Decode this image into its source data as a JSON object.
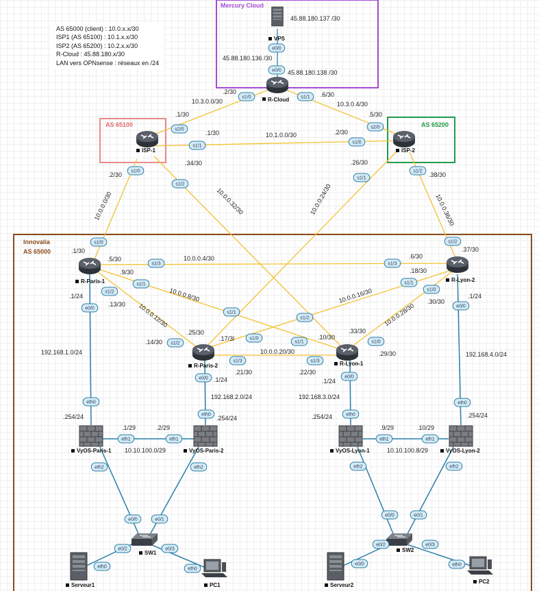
{
  "colors": {
    "wan_link": "#f2c230",
    "lan_link": "#2a7fa8",
    "mercury": "#a64ad6",
    "as65100": "#e88a8a",
    "as65100_title": "#e36a6a",
    "as65200": "#1f9a4a",
    "innovalia": "#8b4a1b",
    "device": "#3a3f47",
    "firewall": "#6b6e73"
  },
  "legend": [
    "AS 65000 (client) : 10.0.x.x/30",
    "ISP1 (AS 65100) : 10.1.x.x/30",
    "ISP2 (AS 65200) : 10.2.x.x/30",
    "R-Cloud : 45.88.180.x/30",
    "LAN vers OPNsense : réseaux en /24"
  ],
  "zones": {
    "mercury": "Mercury Cloud",
    "as65100": "AS 65100",
    "as65200": "AS 65200",
    "innovalia_1": "Innovalia",
    "innovalia_2": "AS 65000"
  },
  "devices": {
    "vps": "VPS",
    "rcloud": "R-Cloud",
    "isp1": "ISP-1",
    "isp2": "ISP-2",
    "rparis1": "R-Paris-1",
    "rparis2": "R-Paris-2",
    "rlyon1": "R-Lyon-1",
    "rlyon2": "R-Lyon-2",
    "vyosparis1": "VyOS-Paris-1",
    "vyosparis2": "VyOS-Paris-2",
    "vyoslyon1": "VyOS-Lyon-1",
    "vyoslyon2": "VyOS-Lyon-2",
    "sw1": "SW1",
    "sw2": "SW2",
    "serveur1": "Serveur1",
    "serveur2": "Serveur2",
    "pc1": "PC1",
    "pc2": "PC2"
  },
  "interfaces": {
    "vps_e00": "e0/0",
    "rc_e00": "e0/0",
    "rc_s10": "s1/0",
    "rc_s11": "s1/1",
    "isp1_s20": "s2/0",
    "isp1_s11": "s1/1",
    "isp1_s10": "s1/0",
    "isp1_s12": "s1/2",
    "isp2_s20": "s2/0",
    "isp2_s10": "s1/0",
    "isp2_s11": "s1/1",
    "isp2_s12": "s1/2",
    "rp1_s10": "s1/0",
    "rp1_s13": "s1/3",
    "rp1_s11": "s1/1",
    "rp1_s12": "s1/2",
    "rp1_e00": "e0/0",
    "rl2_s12": "s1/2",
    "rl2_s13": "s1/3",
    "rl2_s11": "s1/1",
    "rl2_s10": "s1/0",
    "rl2_e00": "e0/0",
    "mid_s11": "s1/1",
    "mid_s12": "s1/2",
    "rp2_s12": "s1/2",
    "rp2_s10": "s1/0",
    "rp2_s13": "s1/3",
    "rp2_e00": "e0/0",
    "rl1_s11": "s1/1",
    "rl1_s13": "s1/3",
    "rl1_s10": "s1/0",
    "rl1_e00": "e0/0",
    "vp1_eth0": "eth0",
    "vp1_eth1": "eth1",
    "vp1_eth2": "eth2",
    "vp2_eth0": "eth0",
    "vp2_eth1": "eth1",
    "vp2_eth2": "eth2",
    "vl1_eth0": "eth0",
    "vl1_eth1": "eth1",
    "vl1_eth2": "eth2",
    "vl2_eth0": "eth0",
    "vl2_eth1": "eth1",
    "vl2_eth2": "eth2",
    "sw1_e00": "e0/0",
    "sw1_e01": "e0/1",
    "sw1_e02": "e0/2",
    "sw1_e03": "e0/3",
    "sw2_e00": "e0/0",
    "sw2_e01": "e0/1",
    "sw2_e02": "e0/2",
    "sw2_e03": "e0/3",
    "srv1_eth0": "eth0",
    "pc1_eth0": "eth0",
    "srv2_eth0": "e0/0",
    "pc2_eth0": "eth0"
  },
  "labels": {
    "vps_ip": "45.88.180.137  /30",
    "vps_net": "45.88.180.136 /30",
    "rc_ip": "45.88.180.138 /30",
    "rc_isp1_net": "10.3.0.0/30",
    "rc_isp1_a": ".2/30",
    "rc_isp1_b": ".1/30",
    "rc_isp2_a": ".6/30",
    "rc_isp2_net": "10.3.0.4/30",
    "rc_isp2_b": ".5/30",
    "isp12_a": ".1/30",
    "isp12_net": "10.1.0.0/30",
    "isp12_b": ".2/30",
    "isp1_p1_a": ".2/30",
    "isp1_p1_net": "10.0.0.0/30",
    "isp1_p1_b": ".1/30",
    "isp1_l1_a": ".34/30",
    "isp1_l1_net": "10.0.0.32/30",
    "isp1_l1_b": ".33/30",
    "isp2_p2_a": ".26/30",
    "isp2_p2_net": "10.0.0.24/30",
    "isp2_p2_b": ".25/30",
    "isp2_l2_a": ".38/30",
    "isp2_l2_net": "10.0.0.36/30",
    "isp2_l2_b": ".37/30",
    "p1l2_a": ".5/30",
    "p1l2_net": "10.0.0.4/30",
    "p1l2_b": ".6/30",
    "p1l1_a": ".9/30",
    "p1l1_net": "10.0.0.8/30",
    "p1l1_b": ".10/30",
    "p1p2_a": ".13/30",
    "p1p2_net": "10.0.0.12/30",
    "p1p2_b": ".14/30",
    "l2p2_a": ".18/30",
    "l2p2_net": "10.0.0.16/30",
    "l2p2_b": ".17/3l",
    "l2l1_a": ".30/30",
    "l2l1_net": "10.0.0.28/30",
    "l2l1_b": ".29/30",
    "p2l1_net": "10.0.0.20/30",
    "p2l1_a": ".21/30",
    "p2l1_b": ".22/30",
    "rp1_lan": ".1/24",
    "lan1": "192.168.1.0/24",
    "vp1_lan": ".254/24",
    "rp2_lan": ".1/24",
    "lan2": "192.168.2.0/24",
    "vp2_lan": ".254/24",
    "rl1_lan": ".1/24",
    "lan3": "192.168.3.0/24",
    "vl1_lan": ".254/24",
    "rl2_lan": ".1/24",
    "lan4": "192.168.4.0/24",
    "vl2_lan": ".254/24",
    "vp_sync_a": ".1/29",
    "vp_sync_b": ".2/29",
    "vp_sync_net": "10.10.100.0/29",
    "vl_sync_a": ".9/29",
    "vl_sync_b": ".10/29",
    "vl_sync_net": "10.10.100.8/29"
  }
}
